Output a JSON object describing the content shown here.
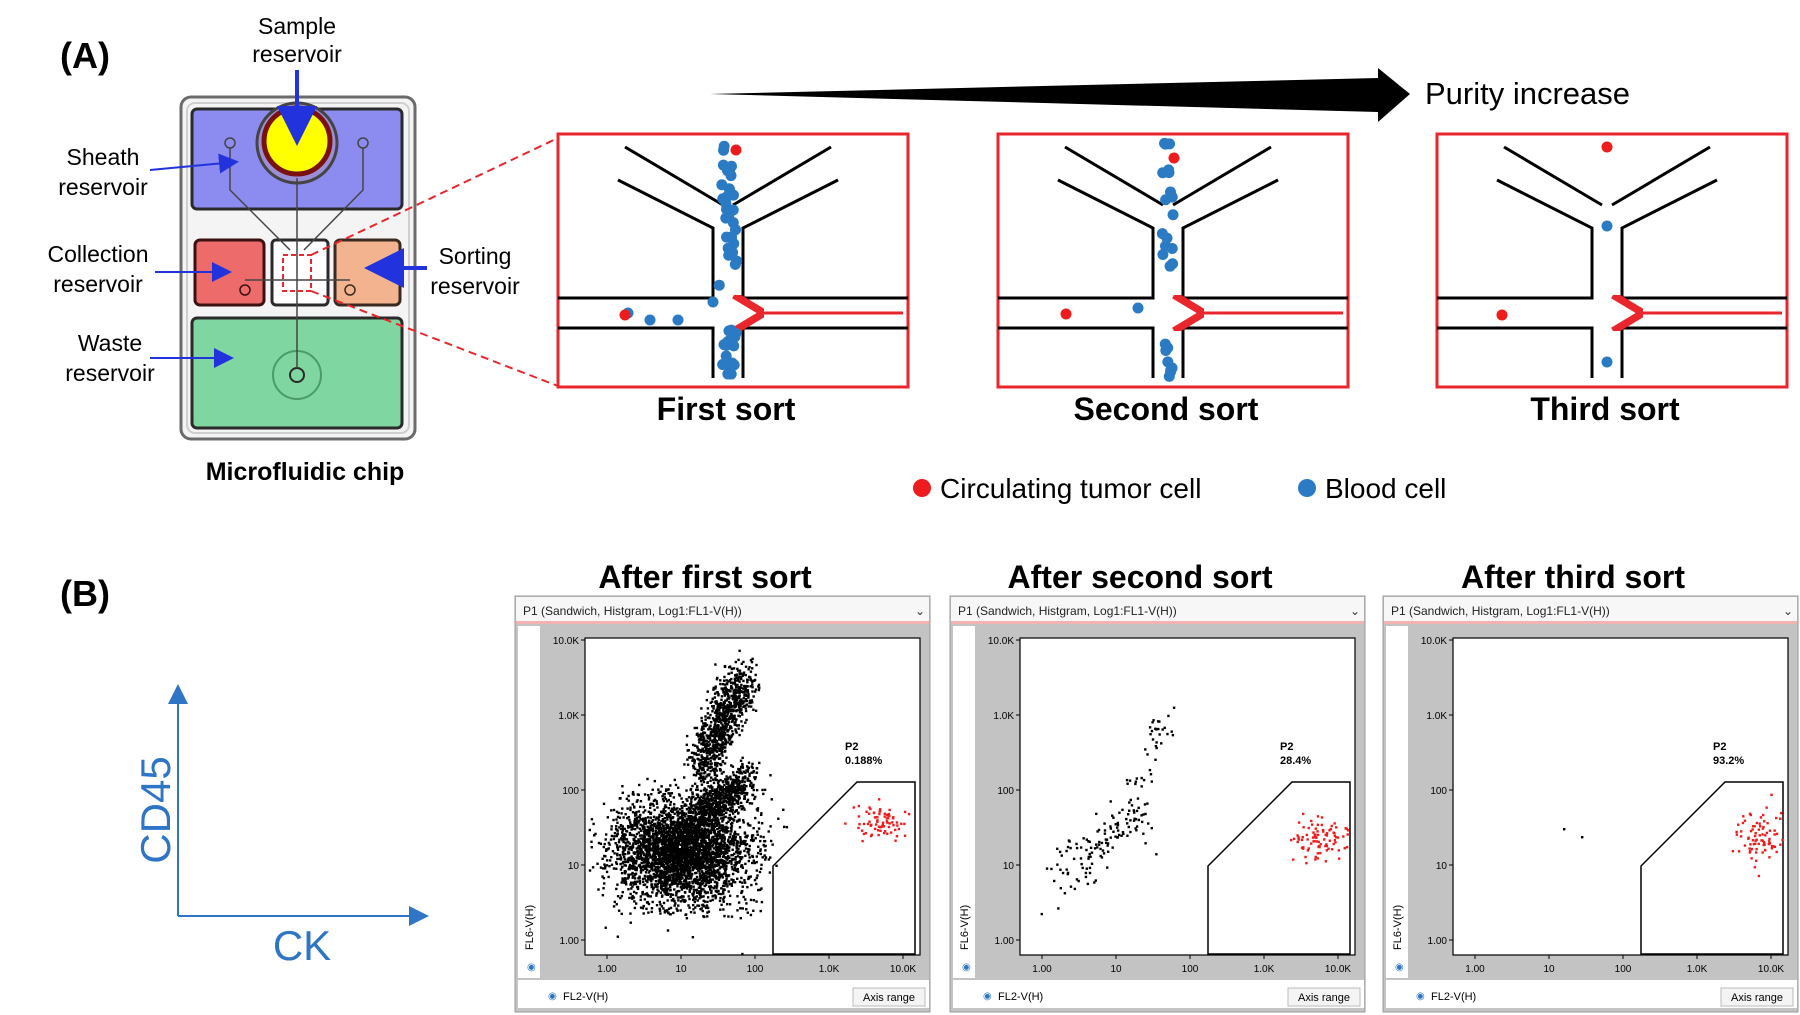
{
  "panel_a": {
    "label": "(A)",
    "chip": {
      "caption": "Microfluidic chip",
      "sample": [
        "Sample",
        "reservoir"
      ],
      "sheath": [
        "Sheath",
        "reservoir"
      ],
      "collection": [
        "Collection",
        "reservoir"
      ],
      "sorting": [
        "Sorting",
        "reservoir"
      ],
      "waste": [
        "Waste",
        "reservoir"
      ],
      "colors": {
        "sheath": "#8c8cf0",
        "sample": "#ffff00",
        "collection": "#ee6b6b",
        "sorting": "#f3b38e",
        "waste": "#7fd6a0"
      }
    },
    "purity_label": "Purity increase",
    "sorts": [
      {
        "caption": "First sort"
      },
      {
        "caption": "Second sort"
      },
      {
        "caption": "Third sort"
      }
    ],
    "legend": {
      "tumor": "Circulating tumor cell",
      "blood": "Blood cell"
    },
    "colors": {
      "tumor": "#ee1c1c",
      "blood": "#2a7bc4",
      "frame": "#e8262b"
    }
  },
  "panel_b": {
    "label": "(B)",
    "axis_y": "CD45",
    "axis_x": "CK",
    "axis_color": "#2e75c6",
    "plots": [
      {
        "title": "After first sort",
        "header": "P1 (Sandwich, Histgram, Log1:FL1-V(H))",
        "gate_label": "P2",
        "gate_value": "0.188%"
      },
      {
        "title": "After second sort",
        "header": "P1 (Sandwich, Histgram, Log1:FL1-V(H))",
        "gate_label": "P2",
        "gate_value": "28.4%"
      },
      {
        "title": "After third sort",
        "header": "P1 (Sandwich, Histgram, Log1:FL1-V(H))",
        "gate_label": "P2",
        "gate_value": "93.2%"
      }
    ],
    "plot_axes": {
      "y_label": "FL6-V(H)",
      "x_label": "FL2-V(H)",
      "axis_range": "Axis range",
      "y_ticks": [
        "10.0K",
        "1.0K",
        "100",
        "10",
        "1.00"
      ],
      "x_ticks": [
        "1.00",
        "10",
        "100",
        "1.0K",
        "10.0K"
      ]
    }
  }
}
